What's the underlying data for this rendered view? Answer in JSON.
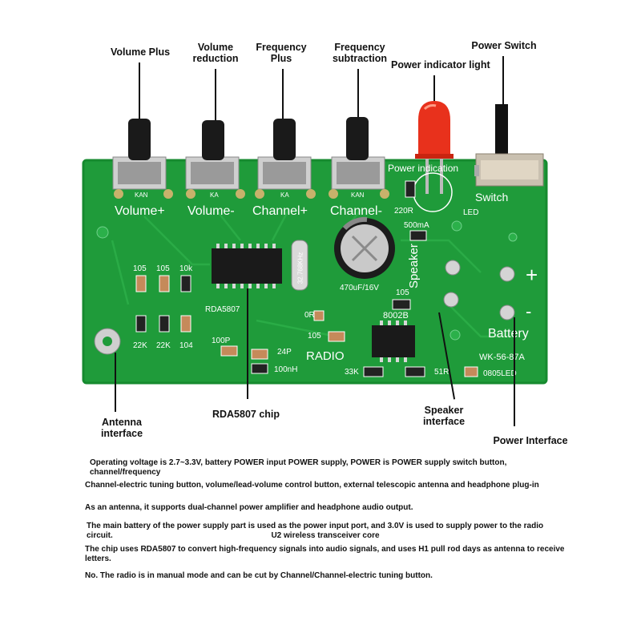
{
  "callouts": {
    "volume_plus": "Volume Plus",
    "volume_reduction_1": "Volume",
    "volume_reduction_2": "reduction",
    "frequency_plus_1": "Frequency",
    "frequency_plus_2": "Plus",
    "frequency_subtraction_1": "Frequency",
    "frequency_subtraction_2": "subtraction",
    "power_indicator_light": "Power indicator light",
    "power_switch": "Power Switch",
    "antenna_interface_1": "Antenna",
    "antenna_interface_2": "interface",
    "rda5807_chip": "RDA5807 chip",
    "speaker_interface_1": "Speaker",
    "speaker_interface_2": "interface",
    "power_interface": "Power Interface"
  },
  "silkscreen": {
    "button_labels": [
      "Volume+",
      "Volume-",
      "Channel+",
      "Channel-"
    ],
    "button_pins": [
      "KAN",
      "KA",
      "KA",
      "KAN"
    ],
    "r220": "220R",
    "power_indication": "Power indication",
    "switch": "Switch",
    "led": "LED",
    "fuse": "500mA",
    "cap_470": "470uF/16V",
    "crystal": "32.768KHz",
    "rda": "RDA5807",
    "r105_a": "105",
    "r105_b": "105",
    "r10k": "10k",
    "r22k_a": "22K",
    "r22k_b": "22K",
    "r104": "104",
    "r100p": "100P",
    "c24p": "24P",
    "l100nh": "100nH",
    "radio": "RADIO",
    "r0r": "0R",
    "r105_c": "105",
    "r105_d": "105",
    "amp": "8002B",
    "speaker": "Speaker",
    "battery": "Battery",
    "board_id": "WK-56-87A",
    "r33k": "33K",
    "r51r": "51R",
    "led0805": "0805LED",
    "plus": "+",
    "minus": "-"
  },
  "description": [
    "Operating voltage is 2.7~3.3V, battery POWER input POWER supply, POWER is POWER supply switch button, channel/frequency",
    "Channel-electric tuning button, volume/lead-volume control button, external telescopic antenna and headphone plug-in",
    "As an antenna, it supports dual-channel power amplifier and headphone audio output.",
    "The main battery of the power supply part is used as the power input port, and 3.0V is used to supply power to the radio circuit.",
    "U2 wireless transceiver core",
    "The chip uses RDA5807 to convert high-frequency signals into audio signals, and uses H1 pull rod days as antenna to receive",
    "letters.",
    "No. The radio is in manual mode and can be cut by Channel/Channel-electric tuning button."
  ],
  "colors": {
    "pcb": "#1f9b3a",
    "pcb_dark": "#178530",
    "silk": "#ffffff",
    "led": "#e8311c"
  }
}
